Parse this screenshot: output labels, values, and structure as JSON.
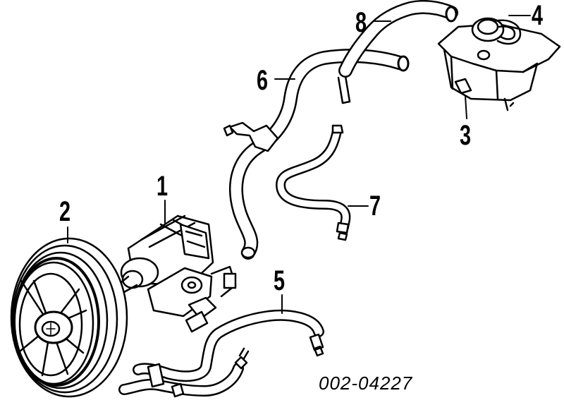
{
  "callouts": {
    "pump": "1",
    "pulley": "2",
    "reservoir": "3",
    "reservoir_cap": "4",
    "pressure_hose": "5",
    "return_hose": "6",
    "return_line": "7",
    "supply_hose": "8"
  },
  "diagram_code": "002-04227"
}
